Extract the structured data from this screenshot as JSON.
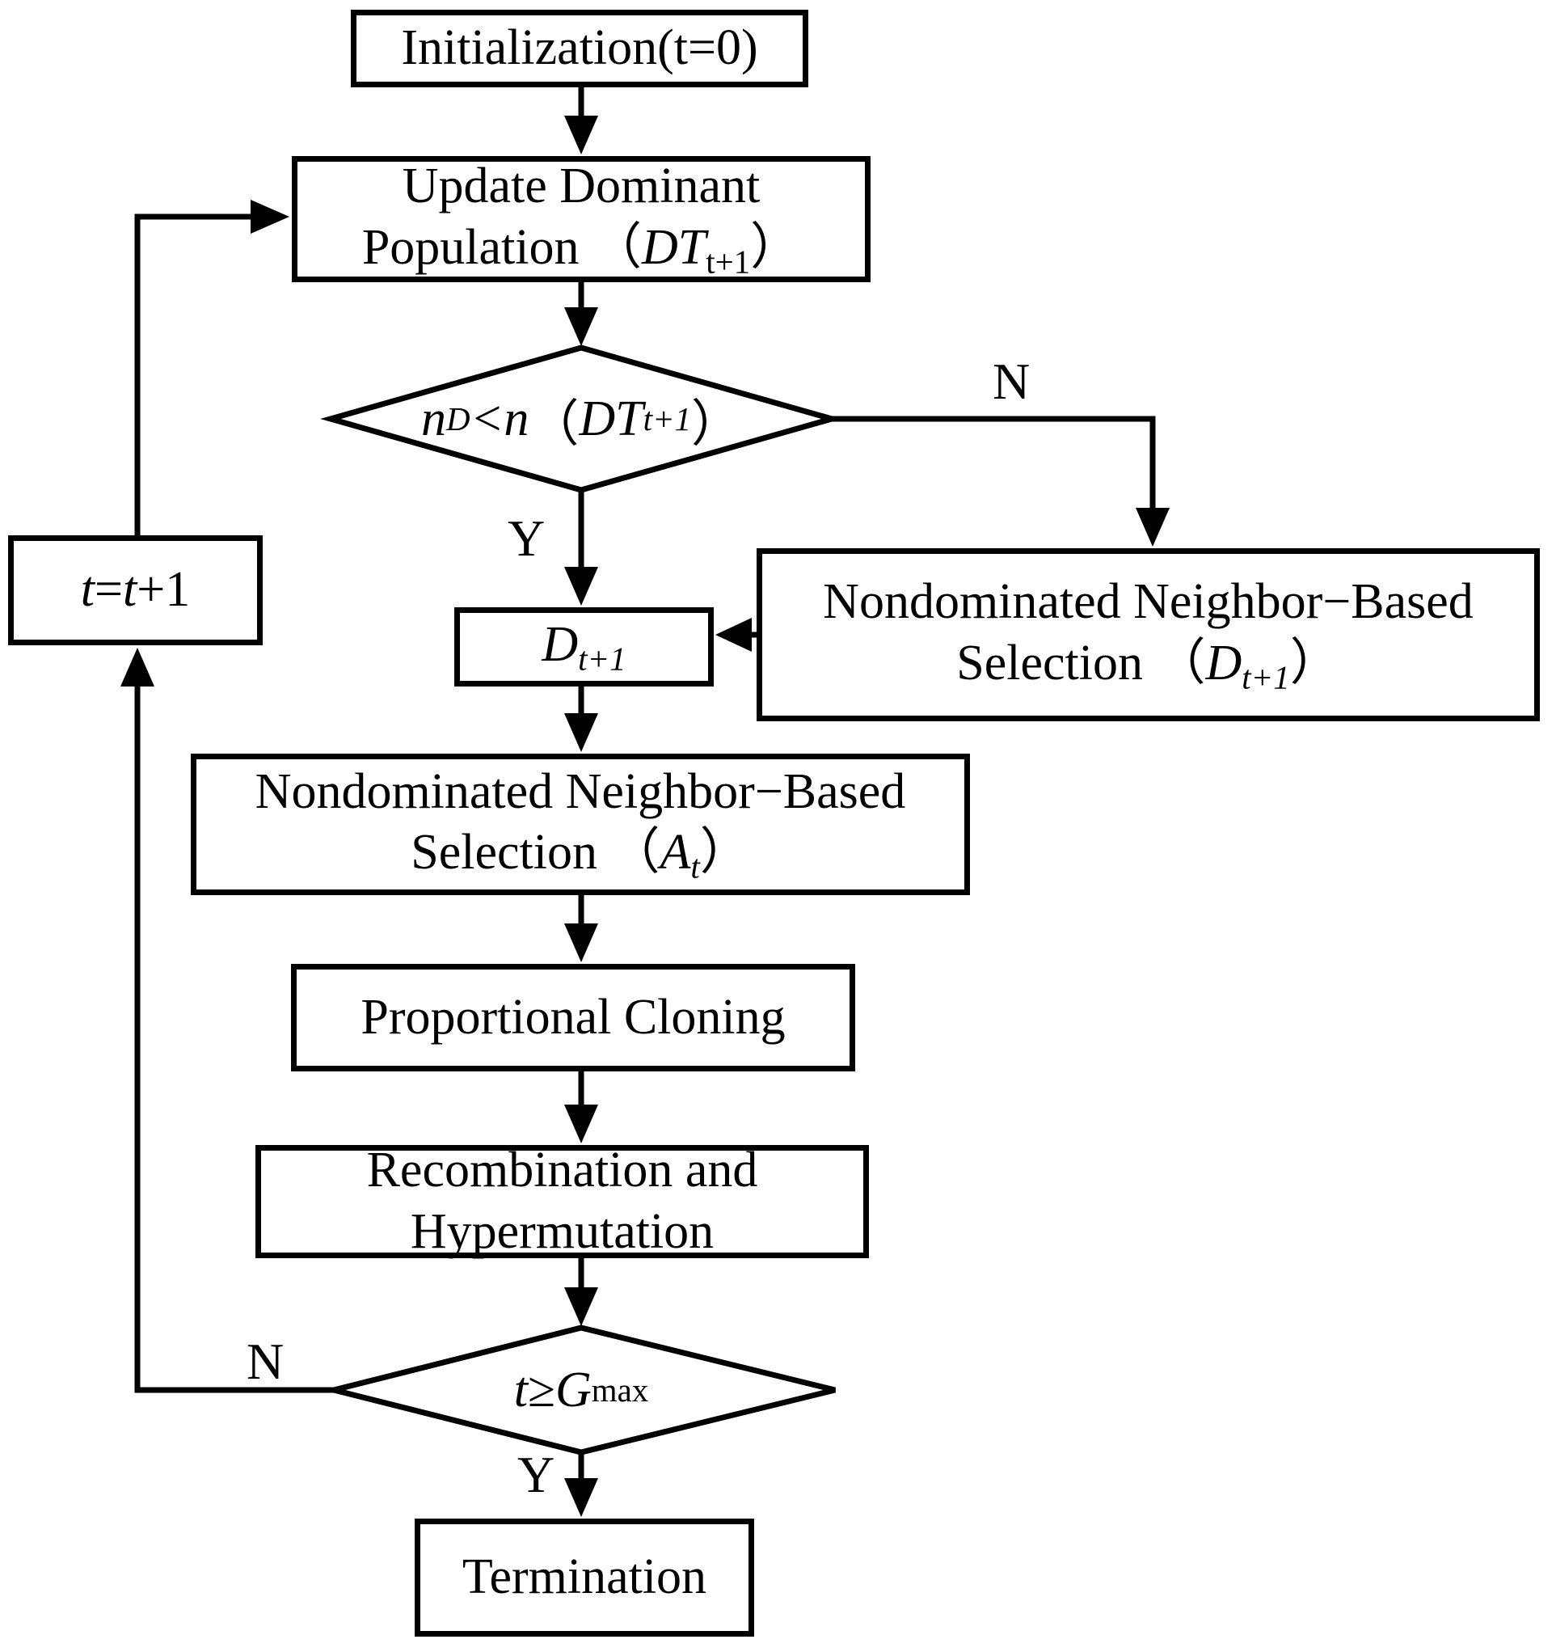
{
  "nodes": {
    "initialization": {
      "label": "Initialization(t=0)"
    },
    "update_dominant_population": {
      "line1": "Update Dominant",
      "line2_prefix": "Population ",
      "paren_open": "（",
      "variable": "DT",
      "subscript": "t+1",
      "paren_close": "）"
    },
    "decision_dominant_size": {
      "var1": "n",
      "var1_sub": "D",
      "operator": "<",
      "var2": "n",
      "paren_open": "（",
      "var3": "DT",
      "var3_sub": "t+1",
      "paren_close": "）"
    },
    "nn_selection_d": {
      "line1": "Nondominated Neighbor−Based",
      "line2_prefix": "Selection ",
      "paren_open": "（",
      "variable": "D",
      "subscript": "t+1",
      "paren_close": "）"
    },
    "dominant_next": {
      "variable": "D",
      "subscript": "t+1"
    },
    "nn_selection_a": {
      "line1": "Nondominated Neighbor−Based",
      "line2_prefix": "Selection ",
      "paren_open": "（",
      "variable": "A",
      "subscript": "t",
      "paren_close": "）"
    },
    "proportional_cloning": {
      "label": "Proportional Cloning"
    },
    "recombination_hypermutation": {
      "line1": "Recombination and",
      "line2": "Hypermutation"
    },
    "decision_generation": {
      "var1": "t",
      "operator": "≥",
      "var2": "G",
      "var2_sub": "max"
    },
    "increment_generation": {
      "lhs": "t",
      "equals": "=",
      "rhs": "t",
      "increment": "+1"
    },
    "termination": {
      "label": "Termination"
    }
  },
  "edge_labels": {
    "decision1_no": "N",
    "decision1_yes": "Y",
    "decision2_no": "N",
    "decision2_yes": "Y"
  },
  "colors": {
    "stroke": "#000000",
    "fill": "#ffffff",
    "text": "#000000"
  }
}
